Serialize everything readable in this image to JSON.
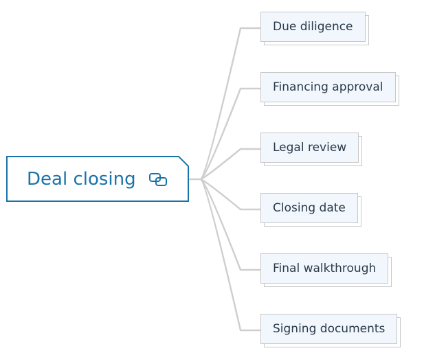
{
  "root": {
    "label": "Deal closing",
    "icon": "linked-topic-icon",
    "color": "#1a73a8"
  },
  "children": [
    {
      "label": "Due diligence"
    },
    {
      "label": "Financing approval"
    },
    {
      "label": "Legal review"
    },
    {
      "label": "Closing date"
    },
    {
      "label": "Final walkthrough"
    },
    {
      "label": "Signing documents"
    }
  ],
  "colors": {
    "connector": "#cfcfcf",
    "child_fill": "#f1f7fd",
    "child_border": "#c7c7c7",
    "child_text": "#2b3a49"
  }
}
